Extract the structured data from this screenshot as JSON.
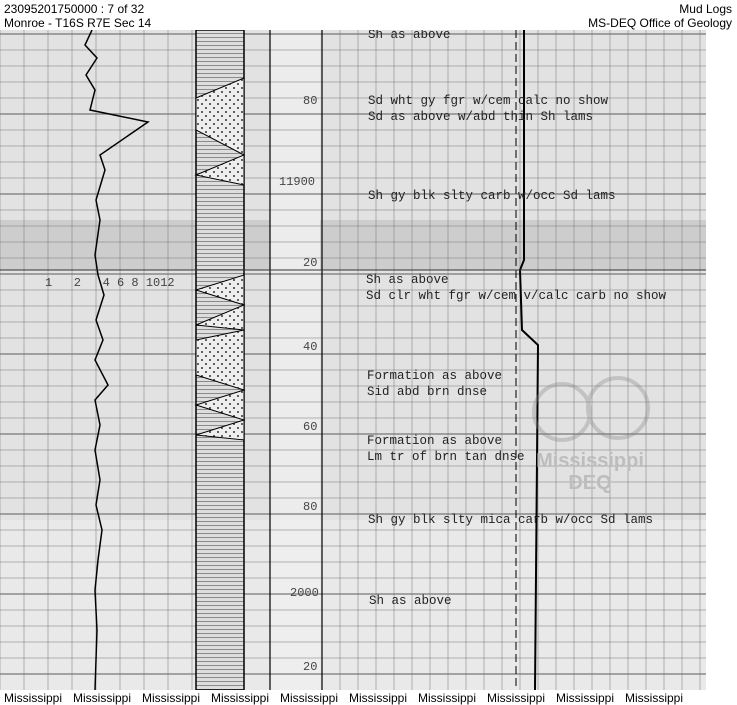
{
  "header": {
    "doc_id": "23095201750000 : 7 of 32",
    "location": "Monroe - T16S R7E Sec 14",
    "doc_type": "Mud Logs",
    "agency": "MS-DEQ Office of Geology"
  },
  "log": {
    "scale_labels": "1   2   4 6 8 1012",
    "depths": [
      "80",
      "11900",
      "20",
      "40",
      "60",
      "80",
      "2000",
      "20"
    ],
    "descriptions": [
      "Sh as above",
      "Sd wht gy fgr w/cem calc no show",
      "Sd as above w/abd thin Sh lams",
      "Sh gy blk slty carb w/occ Sd lams",
      "Sh as above",
      "Sd clr wht fgr w/cem v/calc carb no show",
      "Formation as above",
      "Sid abd brn dnse",
      "Formation as above",
      "Lm tr of brn tan dnse",
      "Sh gy blk slty mica carb w/occ Sd lams",
      "Sh as above"
    ]
  },
  "watermark": {
    "line1": "Mississippi",
    "line2": "DEQ"
  },
  "footer": [
    "Mississippi",
    "Mississippi",
    "Mississippi",
    "Mississippi",
    "Mississippi",
    "Mississippi",
    "Mississippi",
    "Mississippi",
    "Mississippi",
    "Mississippi"
  ]
}
